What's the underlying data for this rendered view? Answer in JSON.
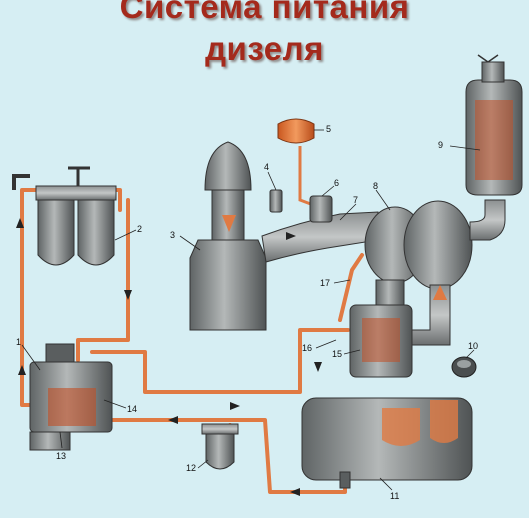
{
  "title": {
    "line1": "Система питания",
    "line2": "дизеля"
  },
  "colors": {
    "background": "#d6eef3",
    "fuel_line": "#e07a43",
    "title": "#a42a1c",
    "metal": "#7b7f80"
  },
  "callouts": [
    {
      "id": "c1",
      "text": "1"
    },
    {
      "id": "c2",
      "text": "2"
    },
    {
      "id": "c3",
      "text": "3"
    },
    {
      "id": "c4",
      "text": "4"
    },
    {
      "id": "c5",
      "text": "5"
    },
    {
      "id": "c6",
      "text": "6"
    },
    {
      "id": "c7",
      "text": "7"
    },
    {
      "id": "c8",
      "text": "8"
    },
    {
      "id": "c9",
      "text": "9"
    },
    {
      "id": "c10",
      "text": "10"
    },
    {
      "id": "c11",
      "text": "11"
    },
    {
      "id": "c12",
      "text": "12"
    },
    {
      "id": "c13",
      "text": "13"
    },
    {
      "id": "c14",
      "text": "14"
    },
    {
      "id": "c15",
      "text": "15"
    },
    {
      "id": "c16",
      "text": "16"
    },
    {
      "id": "c17",
      "text": "17"
    }
  ]
}
